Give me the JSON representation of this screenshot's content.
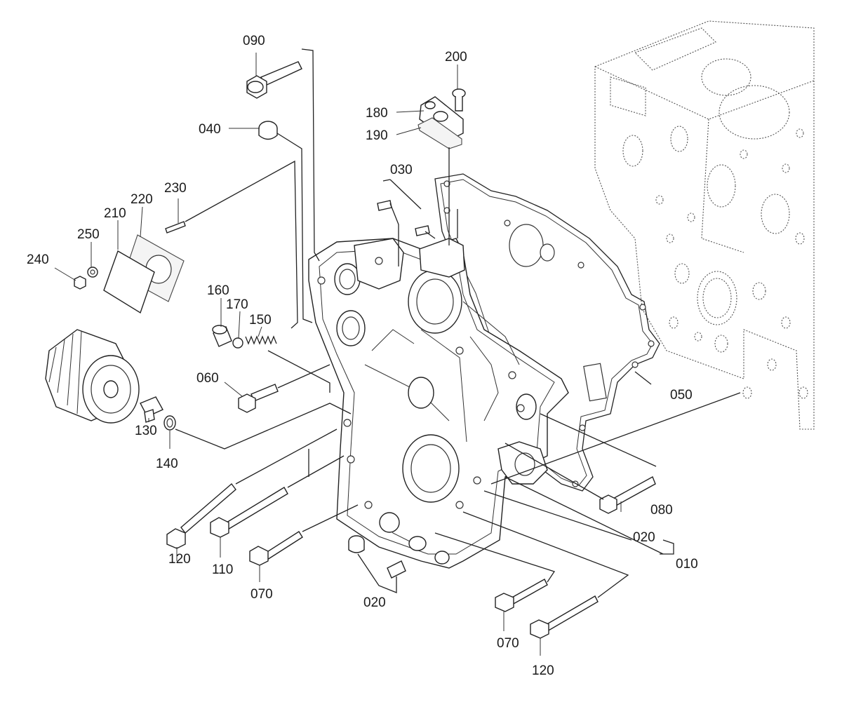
{
  "labels": {
    "p090": "090",
    "p200": "200",
    "p180": "180",
    "p190": "190",
    "p040": "040",
    "p030": "030",
    "p230": "230",
    "p220": "220",
    "p210": "210",
    "p250": "250",
    "p240": "240",
    "p160": "160",
    "p170": "170",
    "p150": "150",
    "p060": "060",
    "p050": "050",
    "p130": "130",
    "p140": "140",
    "p080": "080",
    "p020a": "020",
    "p010": "010",
    "p120a": "120",
    "p110": "110",
    "p070a": "070",
    "p020b": "020",
    "p070b": "070",
    "p120b": "120"
  },
  "colors": {
    "line": "#222222",
    "background": "#ffffff"
  }
}
